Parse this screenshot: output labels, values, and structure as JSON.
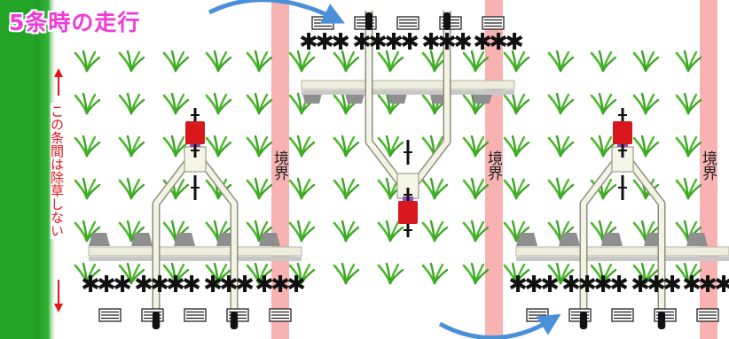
{
  "title": "5条時の走行",
  "side_note": "この条間は除草しない",
  "boundary_label": "境界",
  "colors": {
    "field_edge_green": "#23a327",
    "boundary_band": "#f8b2b2",
    "title_pink": "#f03ad8",
    "note_red": "#e8141c",
    "arrow_blue": "#4a90d9",
    "plant_green": "#4cb82c",
    "hub_red": "#d8181c"
  },
  "icons": [
    "tractor-tire-track-icon",
    "weeder-star-icon",
    "rice-seedling-icon",
    "turn-arrow-icon"
  ],
  "passes": [
    {
      "name": "pass-1",
      "direction": "up"
    },
    {
      "name": "pass-2",
      "direction": "down"
    },
    {
      "name": "pass-3",
      "direction": "up"
    }
  ]
}
